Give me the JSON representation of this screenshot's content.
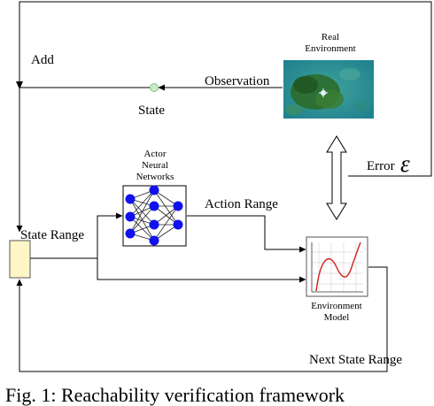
{
  "labels": {
    "add": "Add",
    "real_environment": [
      "Real",
      "Environment"
    ],
    "observation": "Observation",
    "state": "State",
    "error": "Error",
    "epsilon": "ε",
    "actor": [
      "Actor",
      "Neural",
      "Networks"
    ],
    "action_range": "Action Range",
    "state_range": "State Range",
    "environment_model": [
      "Environment",
      "Model"
    ],
    "next_state_range": "Next State Range"
  },
  "caption": "Fig. 1: Reachability verification framework",
  "colors": {
    "line": "#000000",
    "state_dot": "#c7ecc7",
    "state_box_fill": "#fff6c8",
    "neuron": "#1111ee",
    "curve": "#d41f1f",
    "water": "#2b8f93",
    "vegetation": "#2c6b2a"
  },
  "icons": [
    "real-environment-image-icon",
    "neural-network-icon",
    "environment-model-plot-icon",
    "double-arrow-icon"
  ]
}
